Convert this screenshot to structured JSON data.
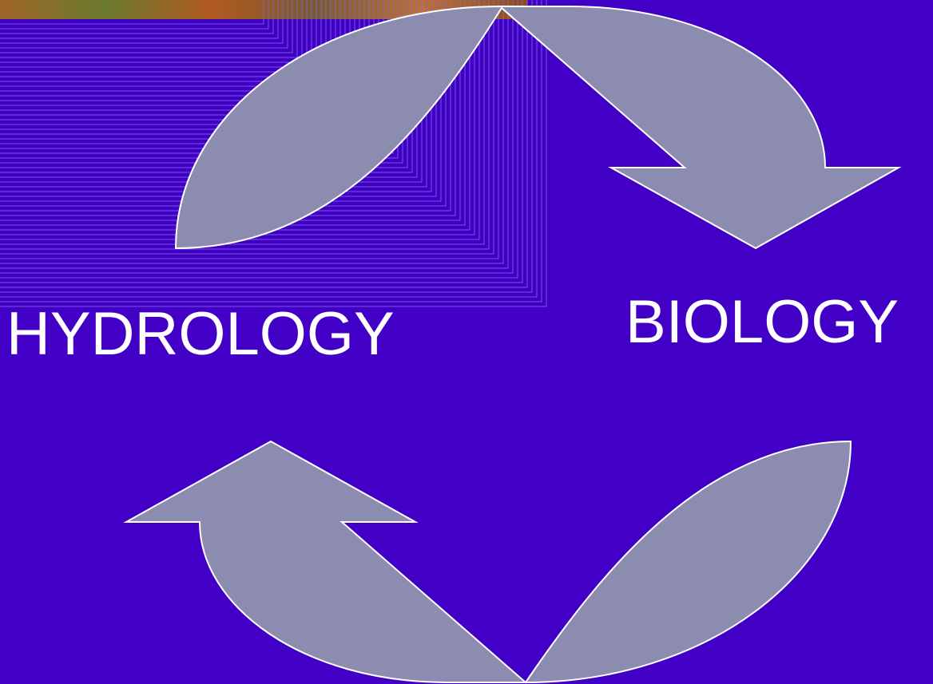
{
  "slide": {
    "background_color": "#4200c6",
    "arrow_fill_color": "#8c8cb0",
    "arrow_outline_color": "#ffffff",
    "text_color": "#ffffff"
  },
  "labels": {
    "left": "HYDROLOGY",
    "right": "BIOLOGY"
  },
  "arrows": [
    {
      "name": "top-curved-arrow",
      "direction": "clockwise, pointing down-right"
    },
    {
      "name": "bottom-curved-arrow",
      "direction": "clockwise, pointing up-left"
    }
  ]
}
